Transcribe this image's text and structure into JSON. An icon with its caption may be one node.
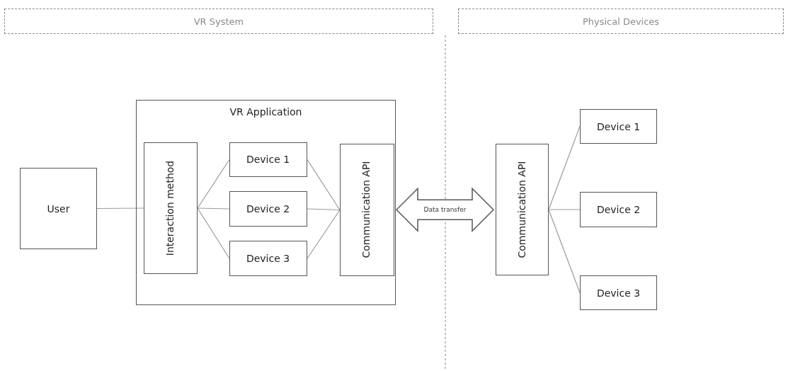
{
  "diagram": {
    "nodes": [
      {
        "text": [
          "VR System"
        ]
      },
      {
        "text": [
          "Physical Devices"
        ]
      },
      {
        "text": [
          "User"
        ]
      },
      {
        "text": [
          "VR Application"
        ]
      },
      {
        "text": [
          "Interaction method"
        ],
        "in": 3
      },
      {
        "text": [
          "Device 1"
        ],
        "in": 3
      },
      {
        "text": [
          "Device 2"
        ],
        "in": 3
      },
      {
        "text": [
          "Device 3"
        ],
        "in": 3
      },
      {
        "text": [
          "Communication API"
        ],
        "in": 3
      },
      {
        "text": [
          "Communication API"
        ]
      },
      {
        "text": [
          "Device 1"
        ]
      },
      {
        "text": [
          "Device 2"
        ]
      },
      {
        "text": [
          "Device 3"
        ]
      }
    ],
    "edges": [
      {
        "from": 2,
        "to": 4,
        "arrow": "none"
      },
      {
        "from": 4,
        "to": 5,
        "arrow": "none"
      },
      {
        "from": 4,
        "to": 6,
        "arrow": "none"
      },
      {
        "from": 4,
        "to": 7,
        "arrow": "none"
      },
      {
        "from": 5,
        "to": 8,
        "arrow": "none"
      },
      {
        "from": 6,
        "to": 8,
        "arrow": "none"
      },
      {
        "from": 7,
        "to": 8,
        "arrow": "none"
      },
      {
        "from": 8,
        "to": 9,
        "arrow": "both",
        "label": "Data transfer",
        "style": "thick"
      },
      {
        "from": 9,
        "to": 10,
        "arrow": "none"
      },
      {
        "from": 9,
        "to": 11,
        "arrow": "none"
      },
      {
        "from": 9,
        "to": 12,
        "arrow": "none"
      }
    ]
  }
}
